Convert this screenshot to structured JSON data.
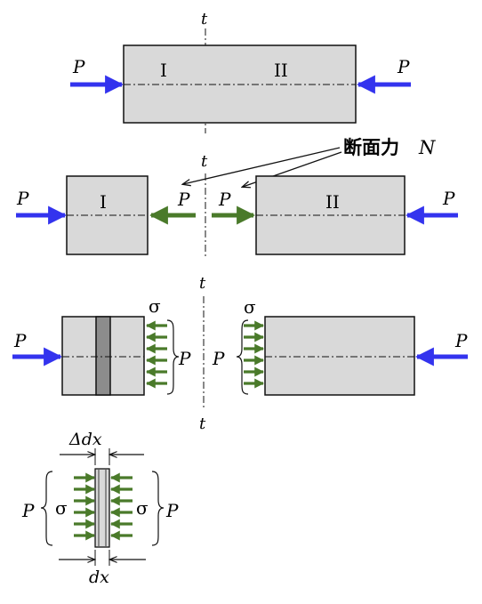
{
  "labels": {
    "section_line": "t",
    "load": "P",
    "part_one": "I",
    "part_two": "II",
    "normal_force_title": "断面力",
    "normal_force_symbol": "N",
    "stress": "σ",
    "delta_dx": "Δdx",
    "dx": "dx"
  },
  "colors": {
    "load_arrow": "#3333ee",
    "stress_arrow": "#4a7a2a",
    "bar_fill": "#d9d9d9",
    "slice_fill": "#8c8c8c",
    "outline": "#111111"
  }
}
